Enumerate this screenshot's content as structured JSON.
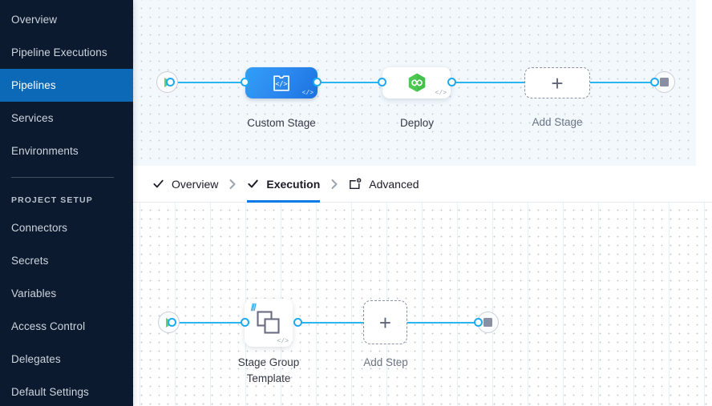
{
  "sidebar": {
    "items": [
      {
        "label": "Overview",
        "active": false
      },
      {
        "label": "Pipeline Executions",
        "active": false
      },
      {
        "label": "Pipelines",
        "active": true
      },
      {
        "label": "Services",
        "active": false
      },
      {
        "label": "Environments",
        "active": false
      }
    ],
    "section_label": "PROJECT SETUP",
    "setup_items": [
      {
        "label": "Connectors"
      },
      {
        "label": "Secrets"
      },
      {
        "label": "Variables"
      },
      {
        "label": "Access Control"
      },
      {
        "label": "Delegates"
      },
      {
        "label": "Default Settings"
      }
    ],
    "active_color": "#0c69b7",
    "background_color": "#0b1a2e"
  },
  "tabs": [
    {
      "label": "Overview",
      "icon": "check-icon",
      "active": false
    },
    {
      "label": "Execution",
      "icon": "check-icon",
      "active": true
    },
    {
      "label": "Advanced",
      "icon": "advanced-settings-icon",
      "active": false
    }
  ],
  "stage_canvas": {
    "start_node": {
      "icon": "play-icon"
    },
    "nodes": [
      {
        "name": "custom-stage",
        "label": "Custom Stage",
        "icon": "custom-stage-template-icon",
        "badge": "</>",
        "type": "stage"
      },
      {
        "name": "deploy-stage",
        "label": "Deploy",
        "icon": "harness-cd-hexagon-icon",
        "badge": "</>",
        "type": "stage"
      },
      {
        "name": "add-stage",
        "label": "Add Stage",
        "icon": "plus-icon",
        "type": "add"
      }
    ],
    "end_node": {
      "icon": "stop-icon"
    },
    "edge_color": "#2ab4f0"
  },
  "step_canvas": {
    "start_node": {
      "icon": "play-icon"
    },
    "nodes": [
      {
        "name": "stage-group-template",
        "label": "Stage Group\nTemplate",
        "icon": "stacked-squares-icon",
        "badge": "</>",
        "type": "step"
      },
      {
        "name": "add-step",
        "label": "Add Step",
        "icon": "plus-icon",
        "type": "add"
      }
    ],
    "end_node": {
      "icon": "stop-icon"
    },
    "edge_color": "#2ab4f0"
  }
}
